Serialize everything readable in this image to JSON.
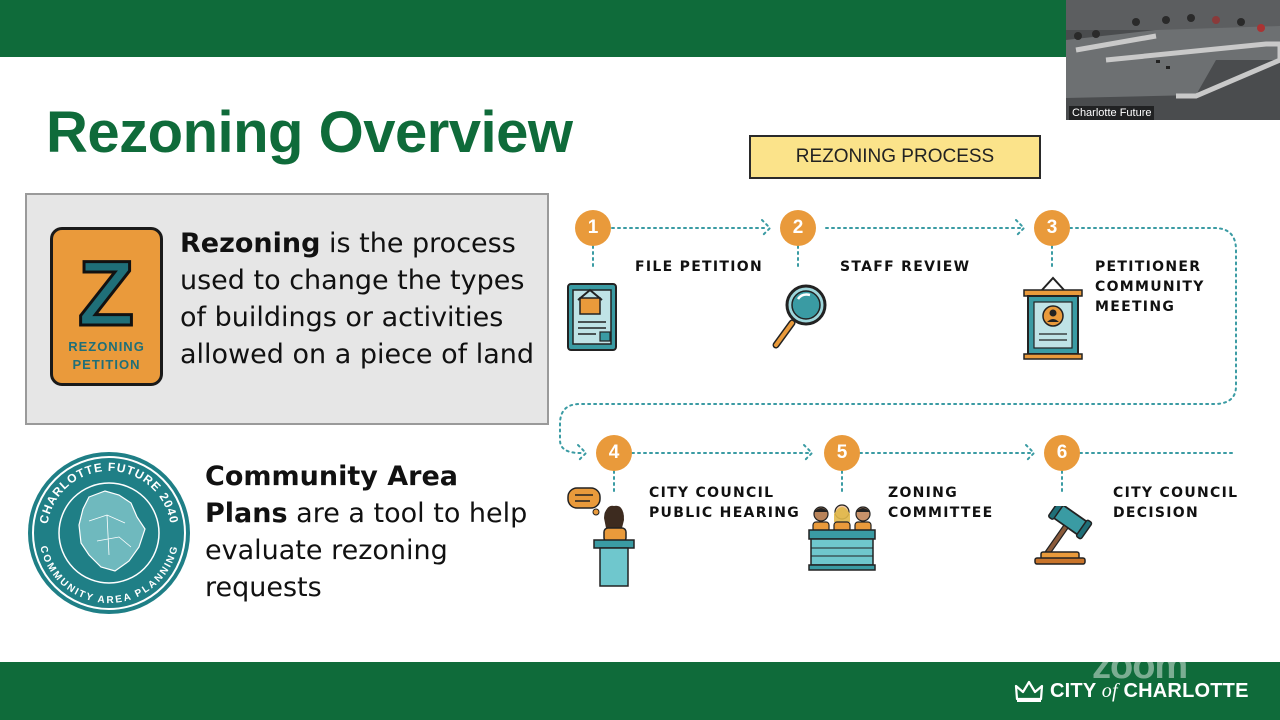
{
  "slide": {
    "title": "Rezoning Overview",
    "definition": {
      "term": "Rezoning",
      "text": " is the process used to change the types of buildings or activities allowed on a piece of land",
      "icon_letter": "Z",
      "icon_caption_line1": "REZONING",
      "icon_caption_line2": "PETITION",
      "icon": "rezoning-petition-icon"
    },
    "cap": {
      "term": "Community Area Plans",
      "text": " are a tool to help evaluate rezoning requests",
      "logo_top_text": "CHARLOTTE FUTURE 2040",
      "logo_bottom_text": "COMMUNITY AREA PLANNING"
    },
    "process": {
      "heading": "REZONING PROCESS",
      "steps": [
        {
          "number": "1",
          "label": "FILE PETITION",
          "icon": "document-icon"
        },
        {
          "number": "2",
          "label": "STAFF REVIEW",
          "icon": "magnifier-icon"
        },
        {
          "number": "3",
          "label": "PETITIONER\nCOMMUNITY\nMEETING",
          "icon": "poster-icon"
        },
        {
          "number": "4",
          "label": "CITY COUNCIL\nPUBLIC HEARING",
          "icon": "speaker-podium-icon"
        },
        {
          "number": "5",
          "label": "ZONING\nCOMMITTEE",
          "icon": "committee-icon"
        },
        {
          "number": "6",
          "label": "CITY COUNCIL\nDECISION",
          "icon": "gavel-icon"
        }
      ]
    }
  },
  "video": {
    "participant_label": "Charlotte Future"
  },
  "watermark": "zoom",
  "footer": {
    "city_logo": "CITY of CHARLOTTE",
    "city_prefix": "CITY",
    "city_of": "of",
    "city_name": "CHARLOTTE"
  },
  "colors": {
    "brand_green": "#0f6b3a",
    "orange": "#e99a3b",
    "teal": "#1f6f78",
    "yellow": "#fbe38a"
  }
}
